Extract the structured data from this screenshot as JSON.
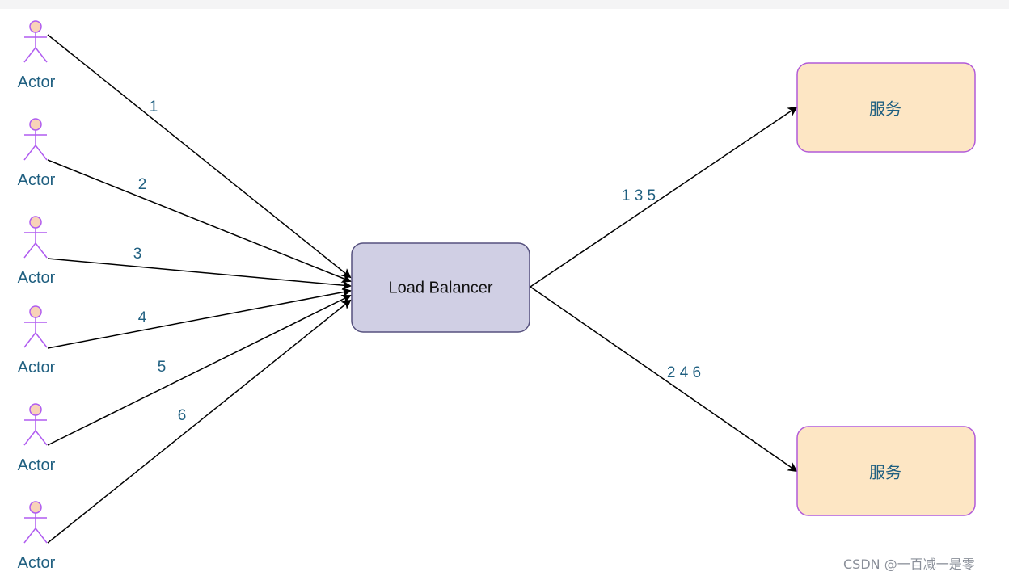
{
  "actors": [
    {
      "label": "Actor"
    },
    {
      "label": "Actor"
    },
    {
      "label": "Actor"
    },
    {
      "label": "Actor"
    },
    {
      "label": "Actor"
    },
    {
      "label": "Actor"
    }
  ],
  "actor_edges": [
    {
      "label": "1"
    },
    {
      "label": "2"
    },
    {
      "label": "3"
    },
    {
      "label": "4"
    },
    {
      "label": "5"
    },
    {
      "label": "6"
    }
  ],
  "load_balancer": {
    "label": "Load Balancer"
  },
  "services": [
    {
      "label": "服务"
    },
    {
      "label": "服务"
    }
  ],
  "service_edges": [
    {
      "label": "1 3 5"
    },
    {
      "label": "2 4 6"
    }
  ],
  "watermark": "CSDN @一百减一是零",
  "colors": {
    "actor_stroke": "#b05cf0",
    "actor_head_fill": "#f8d3b8",
    "lb_fill": "#d0cfe4",
    "lb_stroke": "#56517e",
    "service_fill": "#fde6c4",
    "service_stroke": "#b15ad8",
    "edge": "#000000",
    "label_text": "#1f5f80"
  }
}
